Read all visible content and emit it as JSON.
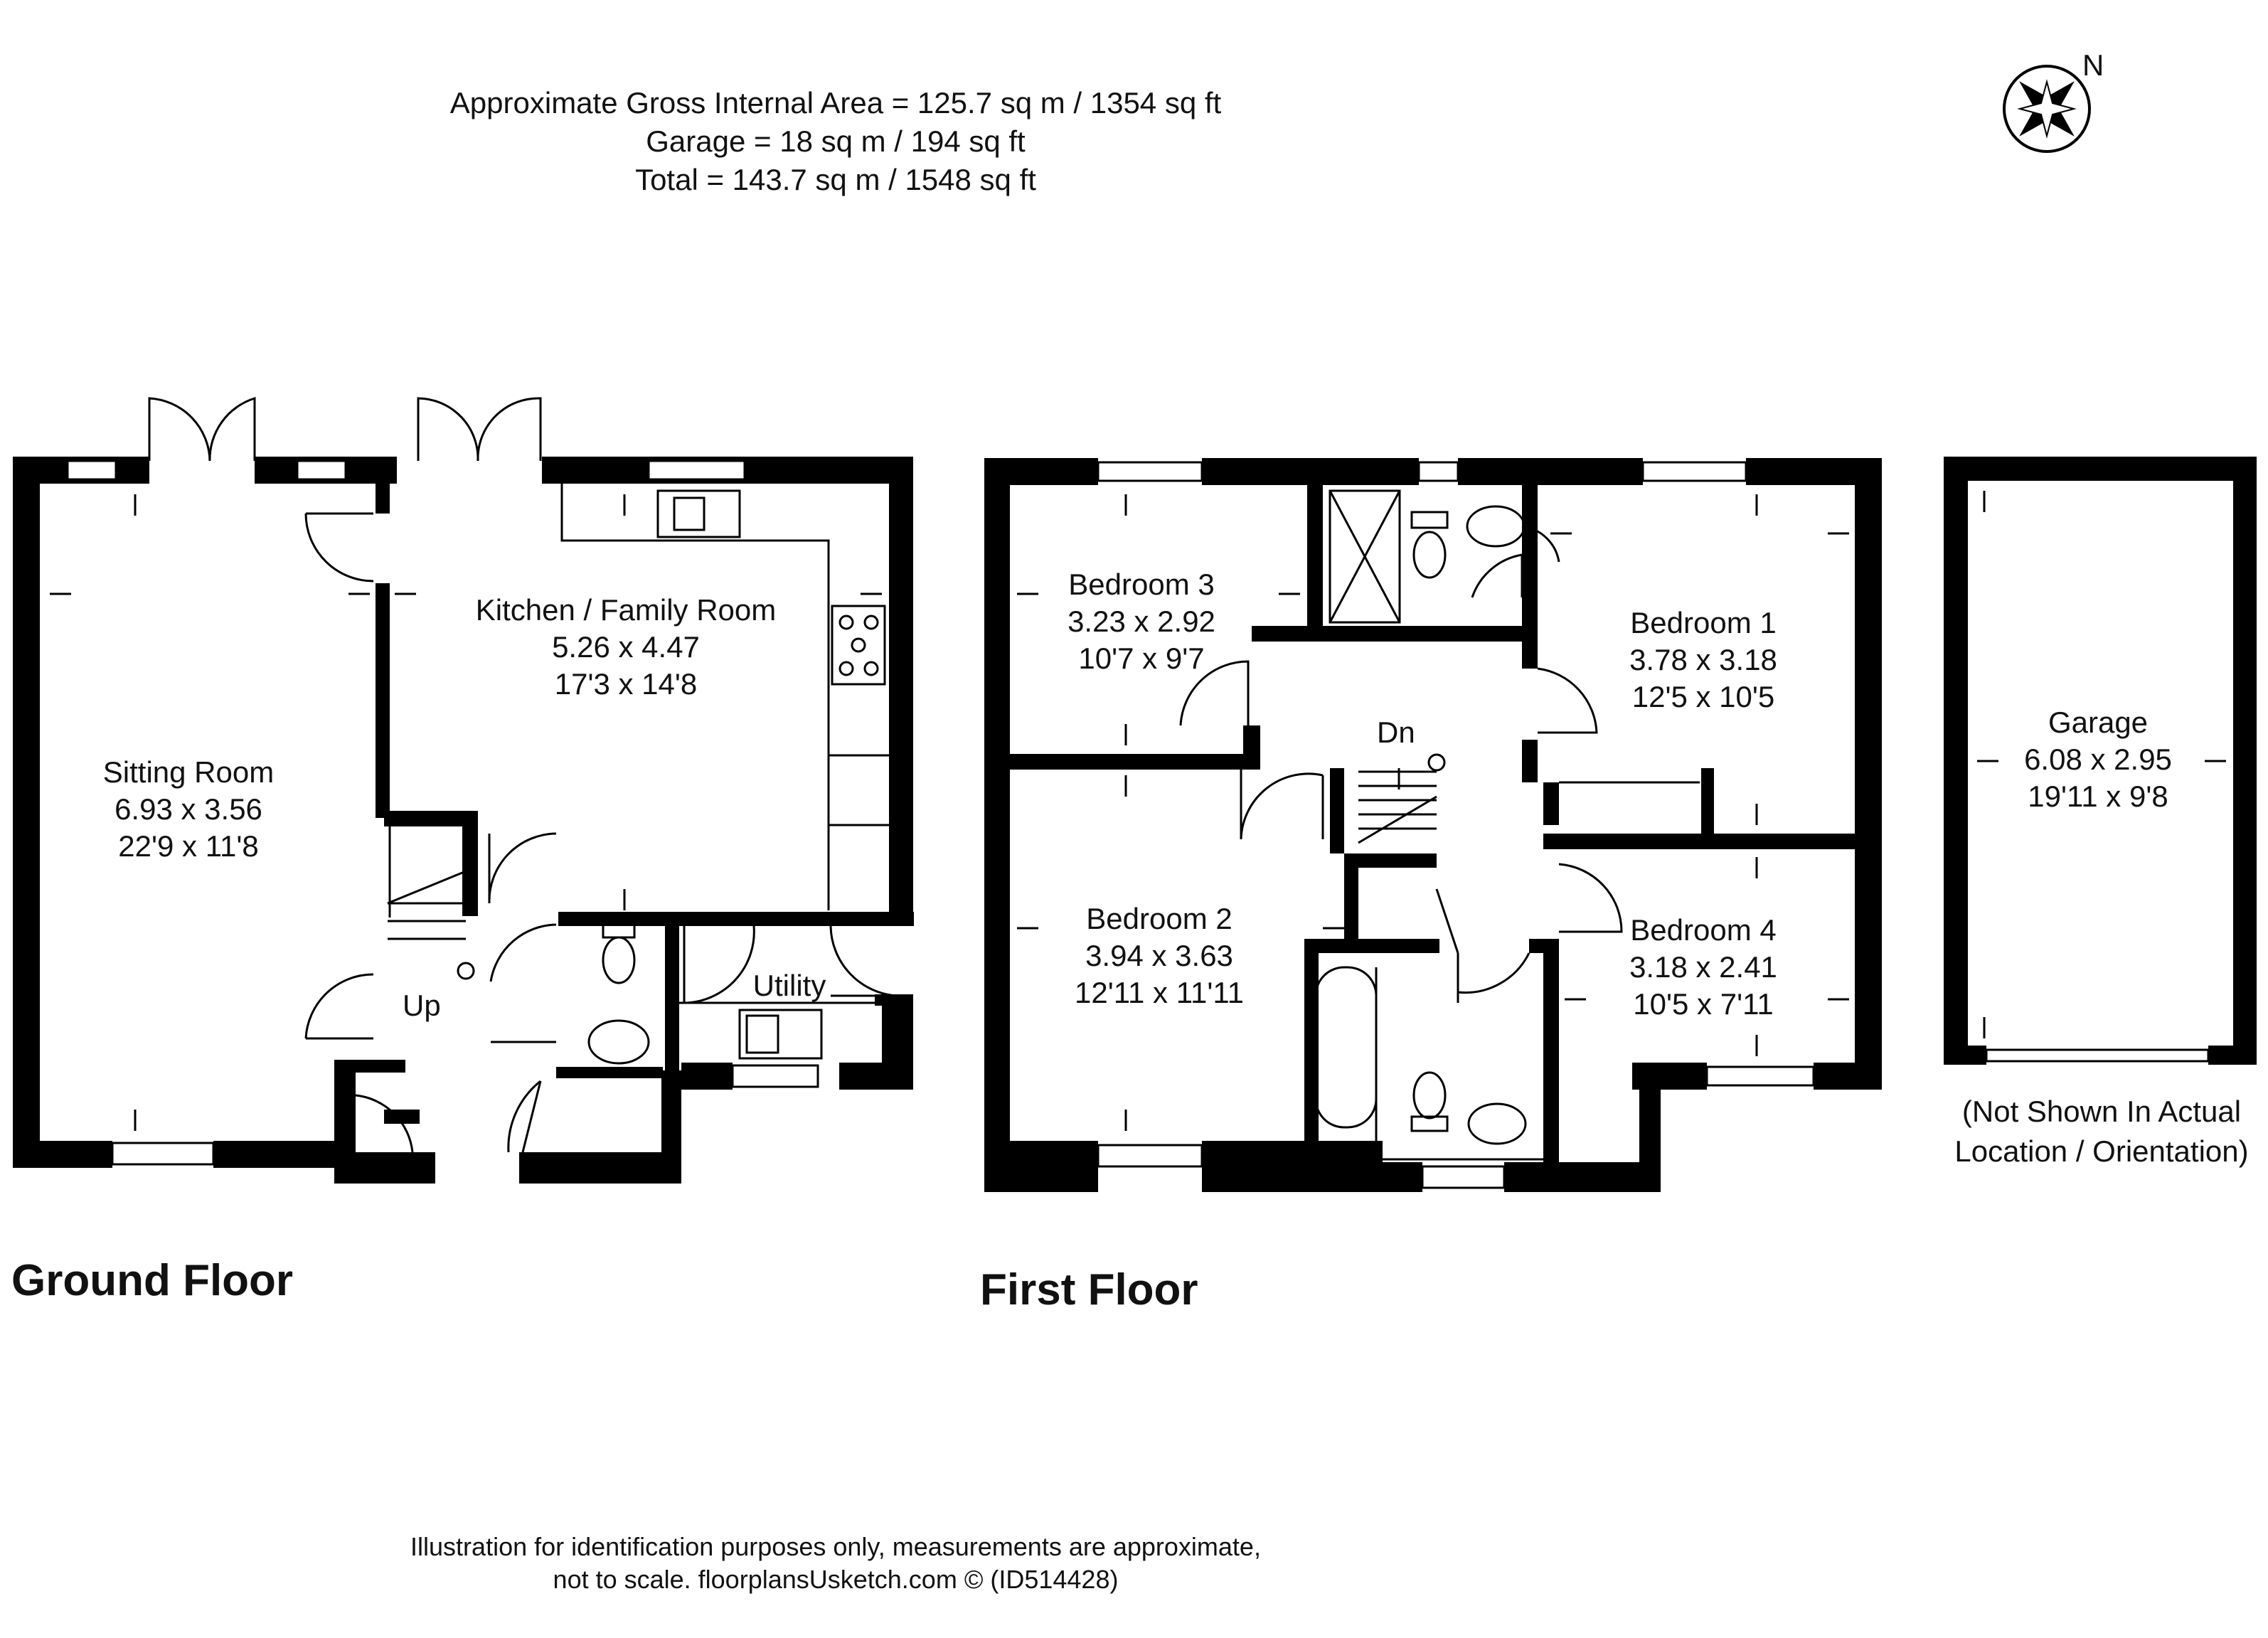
{
  "header": {
    "line1": "Approximate Gross Internal Area = 125.7 sq m / 1354 sq ft",
    "line2": "Garage = 18 sq m / 194 sq ft",
    "line3": "Total = 143.7 sq m / 1548 sq ft"
  },
  "compass": {
    "label": "N"
  },
  "rooms": {
    "sitting": {
      "name": "Sitting Room",
      "metric": "6.93 x 3.56",
      "imperial": "22'9 x 11'8"
    },
    "kitchen": {
      "name": "Kitchen / Family Room",
      "metric": "5.26 x 4.47",
      "imperial": "17'3 x 14'8"
    },
    "utility": {
      "name": "Utility"
    },
    "bed3": {
      "name": "Bedroom 3",
      "metric": "3.23 x 2.92",
      "imperial": "10'7 x 9'7"
    },
    "bed1": {
      "name": "Bedroom 1",
      "metric": "3.78 x 3.18",
      "imperial": "12'5 x 10'5"
    },
    "bed2": {
      "name": "Bedroom 2",
      "metric": "3.94 x 3.63",
      "imperial": "12'11 x 11'11"
    },
    "bed4": {
      "name": "Bedroom 4",
      "metric": "3.18 x 2.41",
      "imperial": "10'5 x 7'11"
    },
    "garage": {
      "name": "Garage",
      "metric": "6.08 x 2.95",
      "imperial": "19'11 x 9'8"
    }
  },
  "stairs": {
    "up": "Up",
    "down": "Dn"
  },
  "garage_note": {
    "line1": "(Not Shown In Actual",
    "line2": "Location / Orientation)"
  },
  "floors": {
    "ground": "Ground Floor",
    "first": "First Floor"
  },
  "footer": {
    "line1": "Illustration for identification purposes only, measurements are approximate,",
    "line2": "not to scale. floorplansUsketch.com © (ID514428)"
  }
}
